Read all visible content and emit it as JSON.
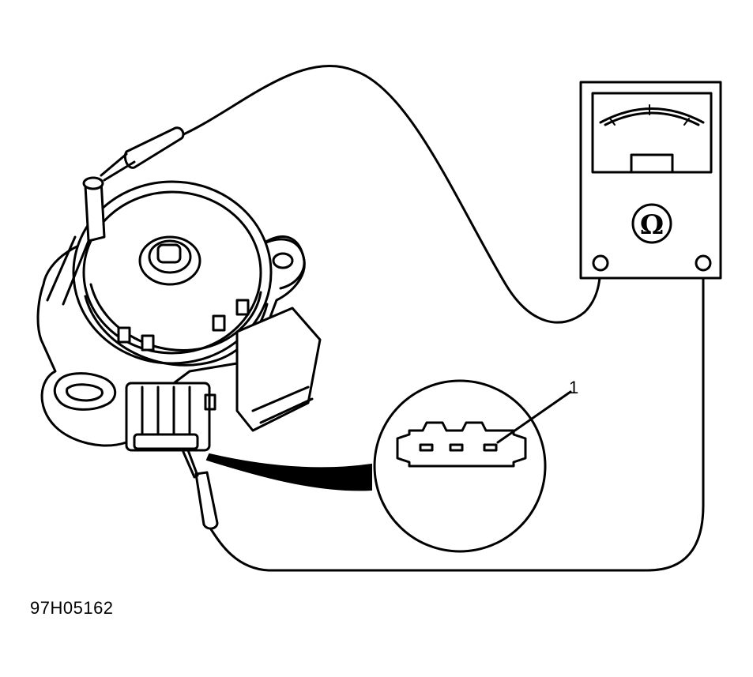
{
  "callout_label": "1",
  "figure_id": "97H05162",
  "meter_symbol": "Ω",
  "icons": [
    "throttle-position-sensor-icon",
    "ohmmeter-icon",
    "connector-detail-icon",
    "test-lead-icon"
  ],
  "colors": {
    "line": "#000000",
    "background": "#ffffff"
  }
}
